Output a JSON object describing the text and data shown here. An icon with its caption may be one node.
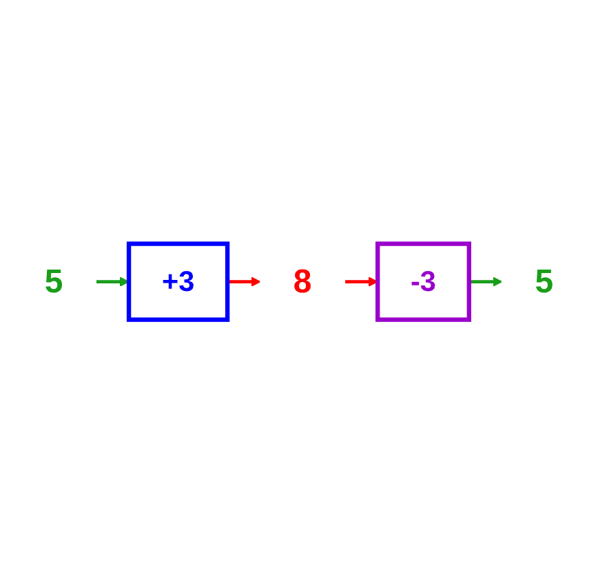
{
  "diagram": {
    "nodes": [
      {
        "text": [
          "5"
        ]
      },
      {
        "text": [
          "+3"
        ]
      },
      {
        "text": [
          "8"
        ]
      },
      {
        "text": [
          "-3"
        ]
      },
      {
        "text": [
          "5"
        ]
      }
    ],
    "edges": [
      {
        "from": 0,
        "to": 1,
        "arrow": "to",
        "color": "#1a9e1a"
      },
      {
        "from": 1,
        "to": 2,
        "arrow": "to",
        "color": "#ff0000"
      },
      {
        "from": 2,
        "to": 3,
        "arrow": "to",
        "color": "#ff0000"
      },
      {
        "from": 3,
        "to": 4,
        "arrow": "to",
        "color": "#1a9e1a"
      }
    ]
  }
}
